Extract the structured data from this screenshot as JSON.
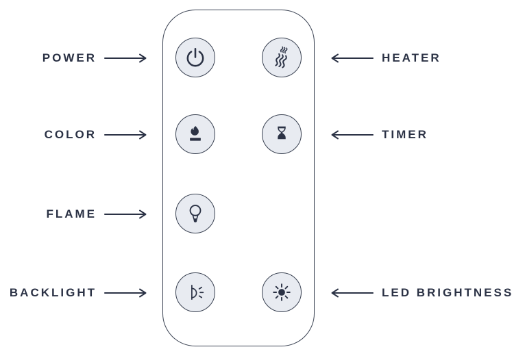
{
  "colors": {
    "ink": "#2b3245",
    "remote_border": "#3a4252",
    "button_fill": "#e8ebf1",
    "background": "#ffffff"
  },
  "callouts": {
    "left": [
      {
        "label": "POWER",
        "target": "power-button",
        "arrow": "right"
      },
      {
        "label": "COLOR",
        "target": "color-button",
        "arrow": "right"
      },
      {
        "label": "FLAME",
        "target": "flame-button",
        "arrow": "right"
      },
      {
        "label": "BACKLIGHT",
        "target": "backlight-button",
        "arrow": "right"
      }
    ],
    "right": [
      {
        "label": "HEATER",
        "target": "heater-button",
        "arrow": "left"
      },
      {
        "label": "TIMER",
        "target": "timer-button",
        "arrow": "left"
      },
      {
        "label": "LED BRIGHTNESS",
        "target": "led-brightness-button",
        "arrow": "left"
      }
    ]
  },
  "remote": {
    "buttons": [
      {
        "name": "power",
        "icon": "power-icon"
      },
      {
        "name": "heater",
        "icon": "heat-waves-icon"
      },
      {
        "name": "color",
        "icon": "campfire-icon"
      },
      {
        "name": "timer",
        "icon": "hourglass-icon"
      },
      {
        "name": "flame",
        "icon": "lightbulb-icon"
      },
      {
        "name": "backlight",
        "icon": "backlight-lamp-icon"
      },
      {
        "name": "led_brightness",
        "icon": "sun-brightness-icon"
      }
    ]
  }
}
